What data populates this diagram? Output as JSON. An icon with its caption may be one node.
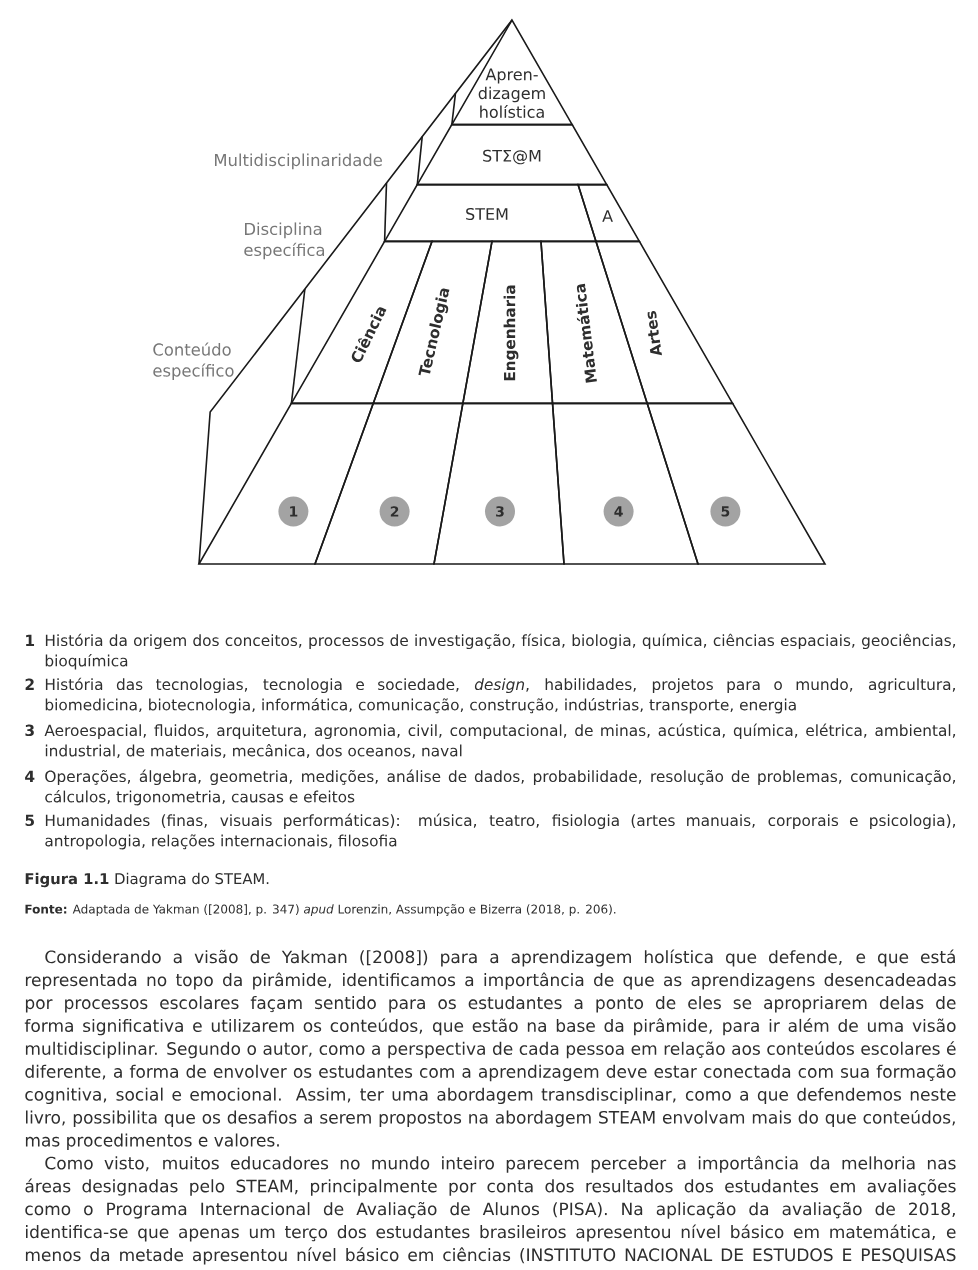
{
  "diagram": {
    "caption": "**Figura 1.1** Diagrama do STEAM.",
    "nodes": [
      {
        "text": [
          "Apren-dizagem holística"
        ]
      },
      {
        "text": [
          "STΣ@M"
        ]
      },
      {
        "text": [
          "STEM"
        ]
      },
      {
        "text": [
          "A"
        ]
      },
      {
        "text": [
          "Ciência"
        ]
      },
      {
        "text": [
          "Tecnologia"
        ]
      },
      {
        "text": [
          "Engenharia"
        ]
      },
      {
        "text": [
          "Matemática"
        ]
      },
      {
        "text": [
          "Artes"
        ]
      },
      {
        "text": [],
        "shape": "box"
      },
      {
        "text": [
          "1"
        ],
        "in": 9
      },
      {
        "text": [],
        "shape": "box"
      },
      {
        "text": [
          "2"
        ],
        "in": 11
      },
      {
        "text": [],
        "shape": "box"
      },
      {
        "text": [
          "3"
        ],
        "in": 13
      },
      {
        "text": [],
        "shape": "box"
      },
      {
        "text": [
          "4"
        ],
        "in": 15
      },
      {
        "text": [],
        "shape": "box"
      },
      {
        "text": [
          "5"
        ],
        "in": 17
      }
    ],
    "labels": [
      "Multidisciplinaridade",
      "Disciplina específica",
      "Conteúdo específico",
      "1",
      "História da origem dos conceitos, processos de investigação, física, biologia, química, ciências espaciais, geociências, bioquímica",
      "2",
      "História das tecnologias, tecnologia e sociedade, *design*, habilidades, projetos para o mundo, agricultura, biomedicina, biotecnologia, informática, comunicação, construção, indústrias, transporte, energia",
      "3",
      "Aeroespacial, fluidos, arquitetura, agronomia, civil, computacional, de minas, acústica, química, elétrica, ambiental, industrial, de materiais, mecânica, dos oceanos, naval",
      "4",
      "Operações, álgebra, geometria, medições, análise de dados, probabilidade, resolução de problemas, comunicação, cálculos, trigonometria, causas e efeitos",
      "5",
      "Humanidades (finas, visuais performáticas): música, teatro, fisiologia (artes manuais, corporais e psicologia), antropologia, relações internacionais, filosofia",
      "**Fonte:** Adaptada de Yakman ([2008], p. 347) *apud* Lorenzin, Assumpção e Bizerra (2018, p. 206).",
      "Considerando a visão de Yakman ([2008]) para a aprendizagem holística que defende, e que está representada no topo da pirâmide, identificamos a importância de que as aprendizagens desencadeadas por processos escolares façam sentido para os estudantes a ponto de eles se apropriarem delas de forma significativa e utilizarem os conteúdos, que estão na base da pirâmide, para ir além de uma visão multidisciplinar. Segundo o autor, como a perspectiva de cada pessoa em relação aos conteúdos escolares é diferente, a forma de envolver os estudantes com a aprendizagem deve estar conectada com sua formação cognitiva, social e emocional. Assim, ter uma abordagem transdisciplinar, como a que defendemos neste livro, possibilita que os desafios a serem propostos na abordagem STEAM envolvam mais do que conteúdos, mas procedimentos e valores.",
      "Como visto, muitos educadores no mundo inteiro parecem perceber a importância da melhoria nas áreas designadas pelo STEAM, principalmente por conta dos resultados dos estudantes em avaliações como o Programa Internacional de Avaliação de Alunos (PISA). Na aplicação da avaliação de 2018, identifica-se que apenas um terço dos estudantes brasileiros apresentou nível básico em matemática, e menos da metade apresentou nível básico em ciências (INSTITUTO NACIONAL DE ESTUDOS E PESQUISAS"
    ]
  }
}
